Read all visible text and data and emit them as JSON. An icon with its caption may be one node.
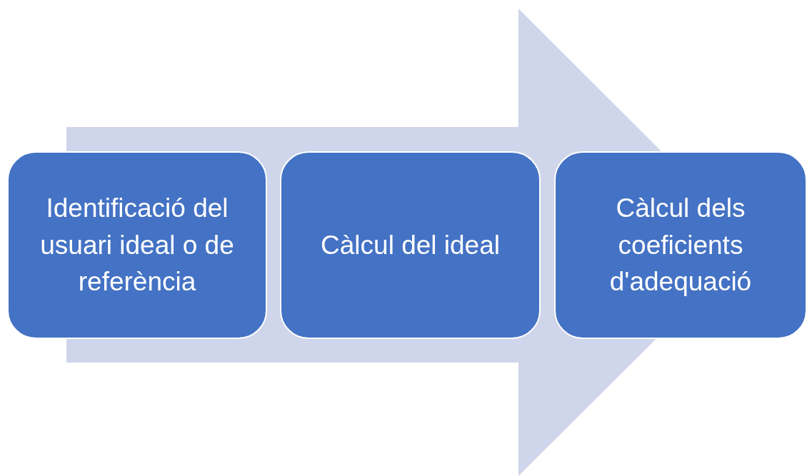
{
  "diagram": {
    "nodes": [
      {
        "text": [
          "Identificació del usuari ideal o de referència"
        ]
      },
      {
        "text": [
          "Càlcul del ideal"
        ]
      },
      {
        "text": [
          "Càlcul dels coeficients d'adequació"
        ]
      }
    ],
    "edges": [
      {
        "from": 0,
        "to": 2,
        "arrow": "to"
      }
    ]
  }
}
